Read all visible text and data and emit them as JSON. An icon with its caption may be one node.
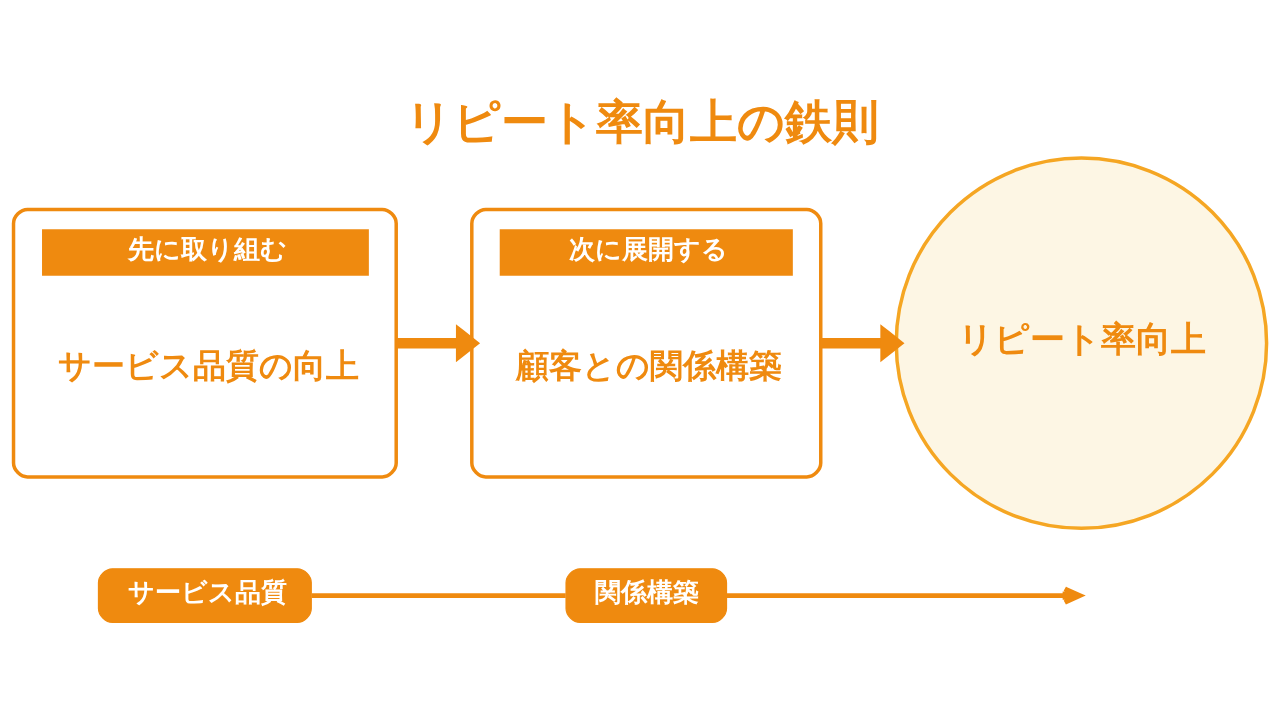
{
  "diagram": {
    "title": "リピート率向上の鉄則",
    "nodes": [
      {
        "text": [
          "先に取り組む",
          "サービス品質の向上"
        ]
      },
      {
        "text": [
          "次に展開する",
          "顧客との関係構築"
        ]
      },
      {
        "text": [
          "リピート率向上"
        ]
      },
      {
        "text": [
          "サービス品質"
        ]
      },
      {
        "text": [
          "関係構築"
        ]
      }
    ],
    "edges": [
      {
        "from": 0,
        "to": 1,
        "arrow": "to",
        "style": "thick"
      },
      {
        "from": 1,
        "to": 2,
        "arrow": "to",
        "style": "thick"
      },
      {
        "from": 3,
        "to": 4,
        "arrow": "none"
      },
      {
        "from": 4,
        "to": null,
        "arrow": "to"
      }
    ]
  }
}
